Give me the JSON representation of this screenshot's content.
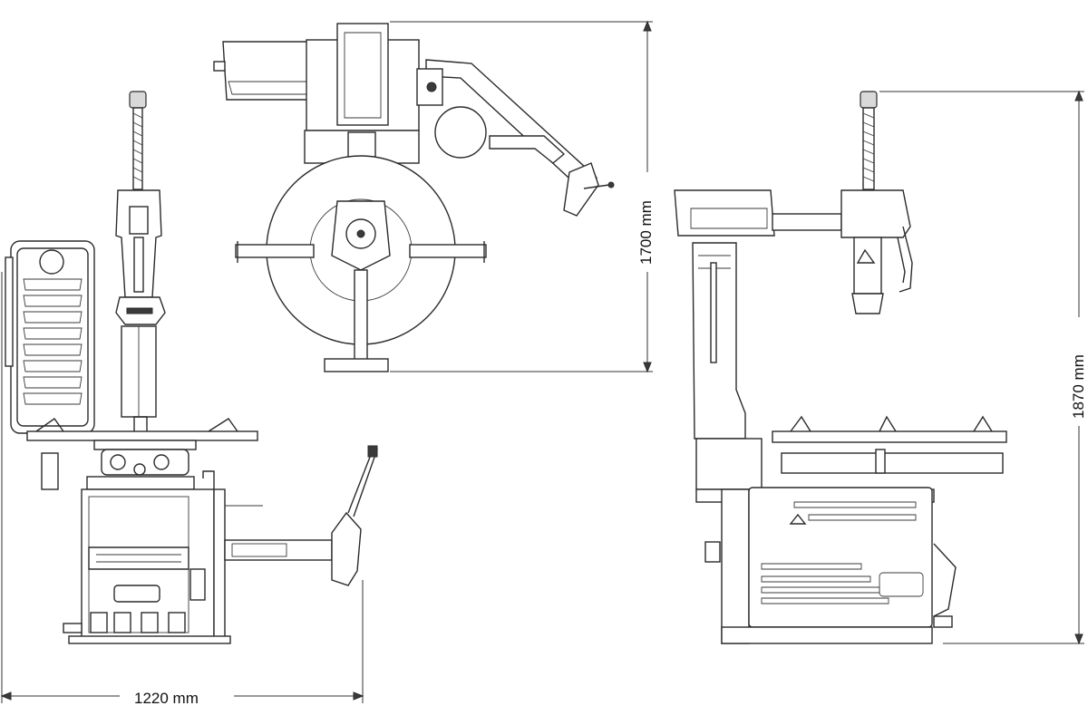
{
  "dimensions": {
    "width_label": "1220 mm",
    "depth_label": "1700 mm",
    "height_label": "1870 mm"
  }
}
